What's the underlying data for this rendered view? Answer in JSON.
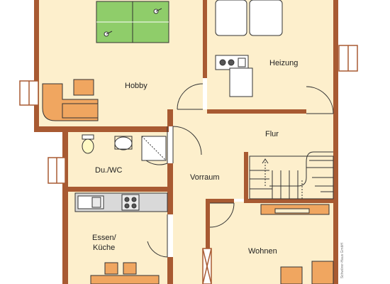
{
  "rooms": {
    "hobby": "Hobby",
    "heizung": "Heizung",
    "flur": "Flur",
    "duwc": "Du./WC",
    "vorraum": "Vorraum",
    "kueche_line1": "Essen/",
    "kueche_line2": "Küche",
    "wohnen": "Wohnen"
  },
  "credit": "Schwörer-Haus GmbH",
  "colors": {
    "wall": "#a85a32",
    "floor": "#fdefcc",
    "furniture": "#f0a660",
    "tabletennis": "#8fcd6a",
    "fixture_bg": "#ffffff",
    "window": "#ffffff"
  }
}
